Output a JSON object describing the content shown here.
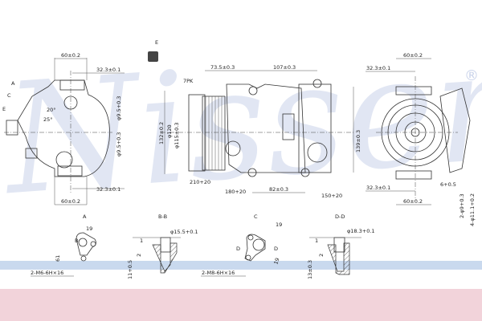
{
  "watermark": {
    "brand": "Nissens",
    "registered": "®",
    "color": "#c9d3ea"
  },
  "colors": {
    "band_blue": "#bcd0ea",
    "band_pink": "#f2d3da",
    "line": "#333333"
  },
  "left_view": {
    "top_width": "60±0.2",
    "top_offset": "32.3±0.1",
    "bottom_width": "60±0.2",
    "bottom_offset": "32.3±0.1",
    "upper_hole": "φ9.5+0.3",
    "lower_hole": "φ9.5+0.3",
    "angle_1": "20°",
    "angle_2": "25°",
    "callouts": [
      "A",
      "C",
      "E"
    ]
  },
  "detail_e": {
    "label": "E"
  },
  "side_view": {
    "belt": "7PK",
    "dim_left": "73.5±0.3",
    "dim_right": "107±0.3",
    "height_left": "132±0.2",
    "pulley_dia": "φ120",
    "pulley_inner": "φ115±0.3",
    "height_right": "139±0.3",
    "bottom_span": "82±0.3",
    "angle_a": "210+20",
    "angle_b": "180+20",
    "angle_c": "150+20"
  },
  "front_view": {
    "top_width": "60±0.2",
    "top_offset": "32.3±0.1",
    "bottom_width": "60±0.2",
    "bottom_offset": "32.3±0.1",
    "gap": "6+0.5",
    "holes_a": "2-φ9+0.3",
    "holes_b": "4-φ11.1+0.2"
  },
  "details": [
    {
      "title": "A",
      "dim": "19",
      "dim2": "61",
      "thread": "2-M6-6H×16",
      "mark": "B"
    },
    {
      "title": "B-B",
      "dia": "φ15.5+0.1",
      "dim_small": "1",
      "dim_mid": "2",
      "height": "11+0.5"
    },
    {
      "title": "C",
      "dim": "19",
      "dim2": "19",
      "thread": "2-M8-6H×16",
      "mark": "D"
    },
    {
      "title": "D-D",
      "dia": "φ18.3+0.1",
      "dim_small": "1",
      "dim_mid": "2",
      "height": "13±0.3"
    }
  ]
}
